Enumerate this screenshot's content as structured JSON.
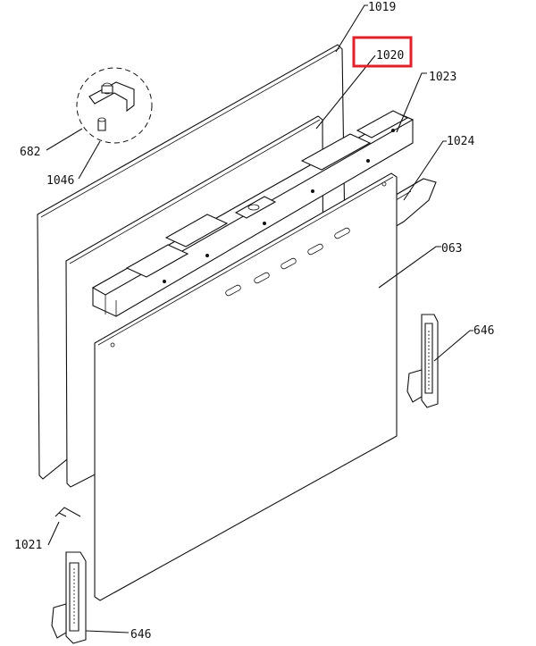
{
  "diagram": {
    "labels": {
      "p1019": "1019",
      "p1020": "1020",
      "p1023": "1023",
      "p1024": "1024",
      "p063": "063",
      "p682": "682",
      "p1046": "1046",
      "p646_right": "646",
      "p646_bottom": "646",
      "p1021": "1021"
    },
    "highlighted_part": "1020",
    "colors": {
      "highlight": "#e0202a",
      "line": "#111111",
      "background": "#ffffff"
    }
  }
}
